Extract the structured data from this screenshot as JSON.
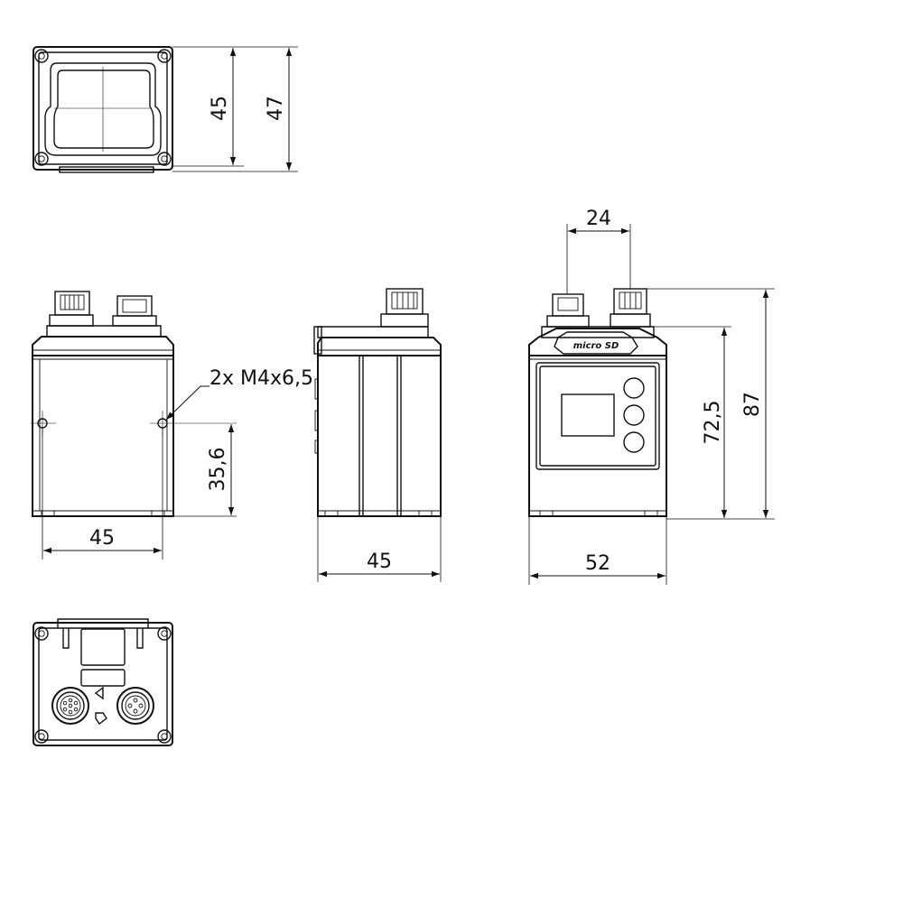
{
  "dimensions": {
    "top_inner_height": "45",
    "top_outer_height": "47",
    "front_width": "45",
    "hole_height": "35,6",
    "thread_callout": "2x M4x6,5",
    "side_width": "45",
    "rear_width": "52",
    "connector_spacing": "24",
    "body_height": "72,5",
    "total_height": "87"
  },
  "logo_text": "micro SD",
  "colors": {
    "line": "#111111",
    "background": "#ffffff"
  }
}
